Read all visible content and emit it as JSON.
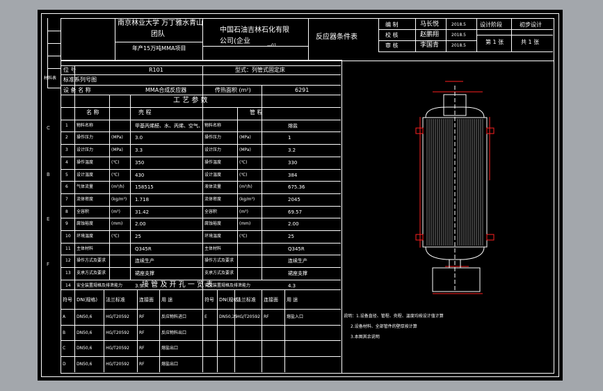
{
  "title_block": {
    "school": "南京林业大学 万丁雅水青山",
    "school_line2": "团队",
    "project": "年产15万吨MMA项目",
    "company": "中国石油吉林石化有限",
    "company_line2": "公司(企业",
    "company_code": "—01",
    "drawing_name": "反应器条件表",
    "roles": [
      {
        "role": "编  制",
        "name": "马长悦",
        "date": "2018.5"
      },
      {
        "role": "校  核",
        "name": "赵鹏翔",
        "date": "2018.5"
      },
      {
        "role": "审  核",
        "name": "李国青",
        "date": "2018.5"
      }
    ],
    "stage_label": "设计阶段",
    "stage_value": "初步设计",
    "page_label": "第 1 张",
    "total_label": "共 1 张"
  },
  "sidebar": {
    "label": "材料表"
  },
  "info": {
    "position_label": "位      号",
    "position_value": "R101",
    "type_label": "型式：列管式固定床",
    "standard_label": "标准系列号图",
    "device_name_label": "设 备 名 称",
    "device_name_value": "MMA合成反应器",
    "heat_area_label": "传热面积 (m²)",
    "heat_area_value": "6291"
  },
  "process_params": {
    "title": "工  艺  参  数",
    "shell_header": "壳          程",
    "tube_header": "管          程",
    "name_header": "名      称",
    "rows": [
      {
        "no": "1",
        "name": "物料名称",
        "unit": "",
        "shell": "甲基丙烯醛、水、丙烯、空气、",
        "name2": "物料名称",
        "unit2": "",
        "tube": "熔盐"
      },
      {
        "no": "2",
        "name": "操作压力",
        "unit": "(MPa)",
        "shell": "3.0",
        "name2": "操作压力",
        "unit2": "(MPa)",
        "tube": "1"
      },
      {
        "no": "3",
        "name": "设计压力",
        "unit": "(MPa)",
        "shell": "3.3",
        "name2": "设计压力",
        "unit2": "(MPa)",
        "tube": "3.2"
      },
      {
        "no": "4",
        "name": "操作温度",
        "unit": "(℃)",
        "shell": "350",
        "name2": "操作温度",
        "unit2": "(℃)",
        "tube": "330"
      },
      {
        "no": "5",
        "name": "设计温度",
        "unit": "(℃)",
        "shell": "430",
        "name2": "设计温度",
        "unit2": "(℃)",
        "tube": "384"
      },
      {
        "no": "6",
        "name": "气体流量",
        "unit": "(m³/h)",
        "shell": "158515",
        "name2": "液体流量",
        "unit2": "(m³/h)",
        "tube": "675.36"
      },
      {
        "no": "7",
        "name": "流体密度",
        "unit": "(kg/m³)",
        "shell": "1.718",
        "name2": "流体密度",
        "unit2": "(kg/m³)",
        "tube": "2045"
      },
      {
        "no": "8",
        "name": "全容积",
        "unit": "(m³)",
        "shell": "31.42",
        "name2": "全容积",
        "unit2": "(m³)",
        "tube": "69.57"
      },
      {
        "no": "9",
        "name": "腐蚀裕度",
        "unit": "(mm)",
        "shell": "2.00",
        "name2": "腐蚀裕度",
        "unit2": "(mm)",
        "tube": "2.00"
      },
      {
        "no": "10",
        "name": "环境温度",
        "unit": "(℃)",
        "shell": "25",
        "name2": "环境温度",
        "unit2": "(℃)",
        "tube": "25"
      },
      {
        "no": "11",
        "name": "主体材料",
        "unit": "",
        "shell": "Q345R",
        "name2": "主体材料",
        "unit2": "",
        "tube": "Q345R"
      },
      {
        "no": "12",
        "name": "操作方式及要求",
        "unit": "",
        "shell": "连续生产",
        "name2": "操作方式及要求",
        "unit2": "",
        "tube": "连续生产"
      },
      {
        "no": "13",
        "name": "支承方式及要求",
        "unit": "",
        "shell": "裙座支撑",
        "name2": "支承方式及要求",
        "unit2": "",
        "tube": "裙座支撑"
      },
      {
        "no": "14",
        "name": "安全装置规格及排泄能力",
        "unit": "",
        "shell": "3.9",
        "name2": "安全装置规格及排泄能力",
        "unit2": "",
        "tube": "4.3"
      }
    ]
  },
  "nozzles": {
    "title": "接  管  及  开  孔  一  览  表",
    "headers": [
      "符号",
      "DN(规格)",
      "法兰标准",
      "连接面",
      "用  途",
      "符号",
      "DN(规格)",
      "法兰标准",
      "连接面",
      "用  途"
    ],
    "rows": [
      {
        "sym": "A",
        "dn": "DN50,6",
        "std": "HG/T20592",
        "face": "RF",
        "use": "反应物料进口",
        "sym2": "E",
        "dn2": "DN50,25",
        "std2": "HG/T20592",
        "face2": "RF",
        "use2": "熔盐入口"
      },
      {
        "sym": "B",
        "dn": "DN50,6",
        "std": "HG/T20592",
        "face": "RF",
        "use": "反应物料出口",
        "sym2": "",
        "dn2": "",
        "std2": "",
        "face2": "",
        "use2": ""
      },
      {
        "sym": "C",
        "dn": "DN50,6",
        "std": "HG/T20592",
        "face": "RF",
        "use": "熔盐出口",
        "sym2": "",
        "dn2": "",
        "std2": "",
        "face2": "",
        "use2": ""
      },
      {
        "sym": "D",
        "dn": "DN50,6",
        "std": "HG/T20592",
        "face": "RF",
        "use": "熔盐出口",
        "sym2": "",
        "dn2": "",
        "std2": "",
        "face2": "",
        "use2": ""
      }
    ]
  },
  "notes": [
    "说明：1.设备直径、管程、壳程、温度均按设计值计算",
    "2.设备材料、全部管件的壁厚按计算",
    "3.本图其余说明"
  ],
  "zone_marks": [
    "C",
    "B",
    "E",
    "F"
  ],
  "colors": {
    "background": "#a3a7ac",
    "sheet": "#000000",
    "line": "#ffffff",
    "accent_red": "#ff2020",
    "text_yellow": "#ffe94a"
  }
}
